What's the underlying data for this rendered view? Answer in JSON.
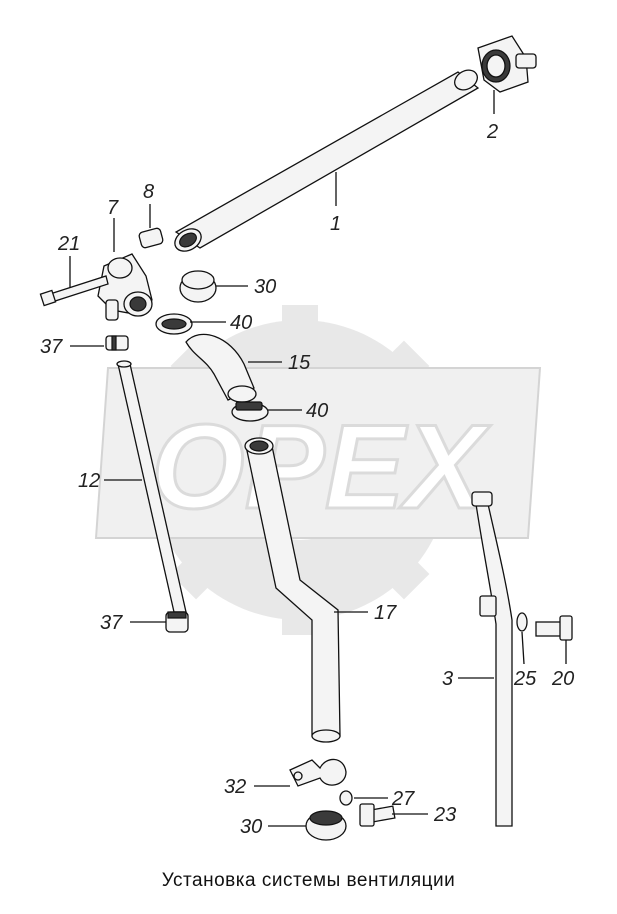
{
  "caption": "Установка системы вентиляции",
  "watermark": {
    "text": "OPEX",
    "color": "#dcdcdc"
  },
  "callouts": {
    "c1": "1",
    "c2": "2",
    "c3": "3",
    "c7": "7",
    "c8": "8",
    "c12": "12",
    "c15": "15",
    "c17": "17",
    "c20": "20",
    "c21": "21",
    "c23": "23",
    "c25": "25",
    "c27": "27",
    "c30a": "30",
    "c30b": "30",
    "c32": "32",
    "c37a": "37",
    "c37b": "37",
    "c40a": "40",
    "c40b": "40"
  }
}
